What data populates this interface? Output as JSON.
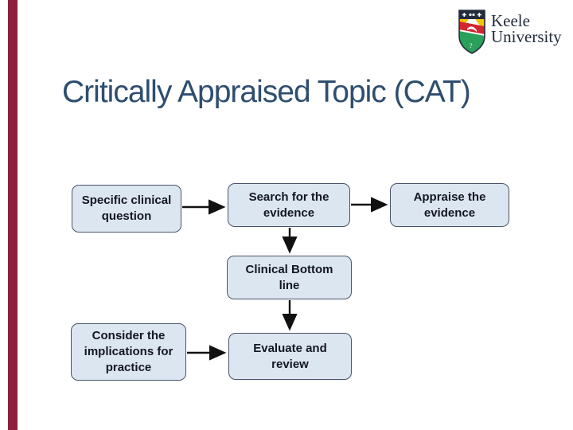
{
  "theme": {
    "accent_bar": "#8e1f3d",
    "title_color": "#2e4e6f",
    "box_fill": "#dce6f1",
    "box_border": "#49546a",
    "box_text": "#131722",
    "arrow_color": "#111111",
    "logo_text_color": "#232c3d"
  },
  "header": {
    "title": "Critically Appraised Topic (CAT)"
  },
  "logo": {
    "name": "Keele University",
    "line1": "Keele",
    "line2": "University"
  },
  "flowchart": {
    "boxes": [
      {
        "id": "specific-clinical-question",
        "label": "Specific clinical\nquestion"
      },
      {
        "id": "search-for-the-evidence",
        "label": "Search for the\nevidence"
      },
      {
        "id": "appraise-the-evidence",
        "label": "Appraise the\nevidence"
      },
      {
        "id": "clinical-bottom-line",
        "label": "Clinical Bottom\nline"
      },
      {
        "id": "consider-the-implications-for-practice",
        "label": "Consider the\nimplications for\npractice"
      },
      {
        "id": "evaluate-and-review",
        "label": "Evaluate and\nreview"
      }
    ],
    "connections": [
      {
        "from": "specific-clinical-question",
        "to": "search-for-the-evidence"
      },
      {
        "from": "search-for-the-evidence",
        "to": "appraise-the-evidence"
      },
      {
        "from": "search-for-the-evidence",
        "to": "clinical-bottom-line"
      },
      {
        "from": "clinical-bottom-line",
        "to": "evaluate-and-review"
      },
      {
        "from": "consider-the-implications-for-practice",
        "to": "evaluate-and-review"
      }
    ]
  }
}
